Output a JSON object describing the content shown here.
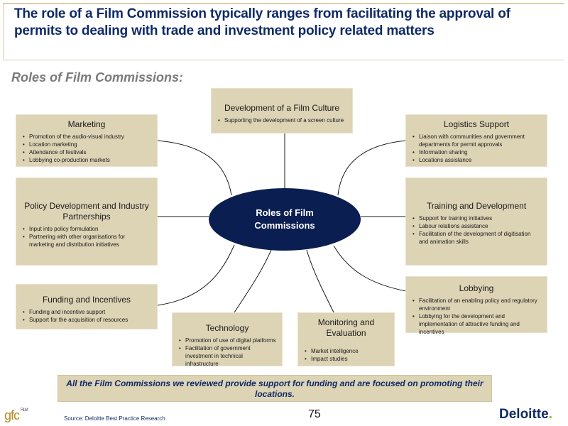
{
  "header": {
    "title": "The role of a Film Commission typically ranges from facilitating the approval of permits to dealing with trade and investment policy related matters",
    "subtitle": "Roles of Film Commissions:"
  },
  "center": {
    "label": "Roles of Film\nCommissions"
  },
  "boxes": {
    "culture": {
      "title": "Development of a Film Culture",
      "items": [
        "Supporting the development of a screen culture"
      ]
    },
    "marketing": {
      "title": "Marketing",
      "items": [
        "Promotion of the audio-visual industry",
        "Location marketing",
        "Attendance of festivals",
        "Lobbying co-production markets"
      ]
    },
    "policy": {
      "title": "Policy Development and Industry Partnerships",
      "items": [
        "Input into policy formulation",
        "Partnering with other organisations for marketing and distribution initiatives"
      ]
    },
    "funding": {
      "title": "Funding and Incentives",
      "items": [
        "Funding and incentive support",
        "Support for the acquisition of resources"
      ]
    },
    "technology": {
      "title": "Technology",
      "items": [
        "Promotion of use of digital platforms",
        "Facilitation of government investment in technical infrastructure"
      ]
    },
    "monitoring": {
      "title": "Monitoring and Evaluation",
      "items": [
        "Market intelligence",
        "Impact studies"
      ]
    },
    "logistics": {
      "title": "Logistics Support",
      "items": [
        "Liaison with communities and government departments for permit approvals",
        "Information sharing",
        "Locations assistance"
      ]
    },
    "training": {
      "title": "Training and Development",
      "items": [
        "Support for training initiatives",
        "Labour relations assistance",
        "Facilitation of the development of digitisation and animation skills"
      ]
    },
    "lobbying": {
      "title": "Lobbying",
      "items": [
        "Facilitation of an enabling policy and regulatory environment",
        "Lobbying for the development and implementation of attractive funding and incentives"
      ]
    }
  },
  "footer": {
    "note": "All the Film Commissions we reviewed provide support for funding and are focused on promoting their locations.",
    "source": "Source: Deloitte Best Practice Research",
    "page_number": "75",
    "logo_left": "gfc",
    "logo_left_small": "FILM",
    "logo_right": "Deloitte",
    "logo_right_dot": "."
  },
  "colors": {
    "box_fill": "#ddd3b5",
    "navy": "#0b1e52",
    "title_blue": "#0f2a66"
  }
}
